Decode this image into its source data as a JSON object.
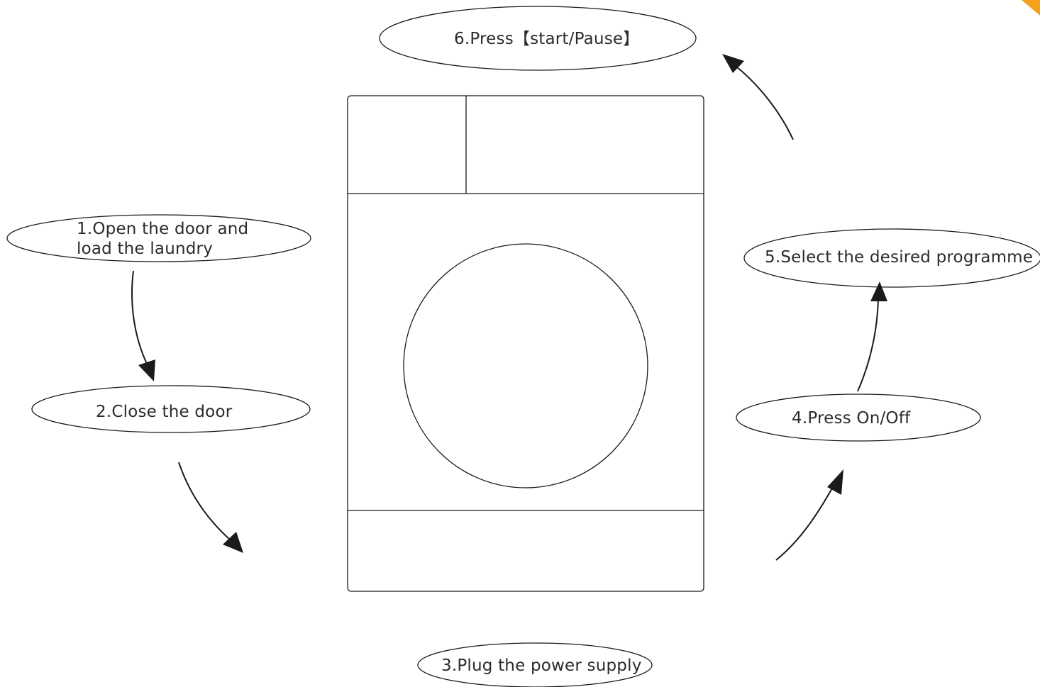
{
  "steps": {
    "step1": {
      "line1": "1.Open the door and",
      "line2": "load the laundry"
    },
    "step2": {
      "label": "2.Close the door"
    },
    "step3": {
      "label": "3.Plug the power supply"
    },
    "step4": {
      "label": "4.Press On/Off"
    },
    "step5": {
      "label": "5.Select the desired programme"
    },
    "step6": {
      "label": "6.Press【start/Pause】"
    }
  },
  "colors": {
    "line": "#1a1a1a",
    "text": "#2b2b2b",
    "corner_accent": "#f5a11c"
  }
}
